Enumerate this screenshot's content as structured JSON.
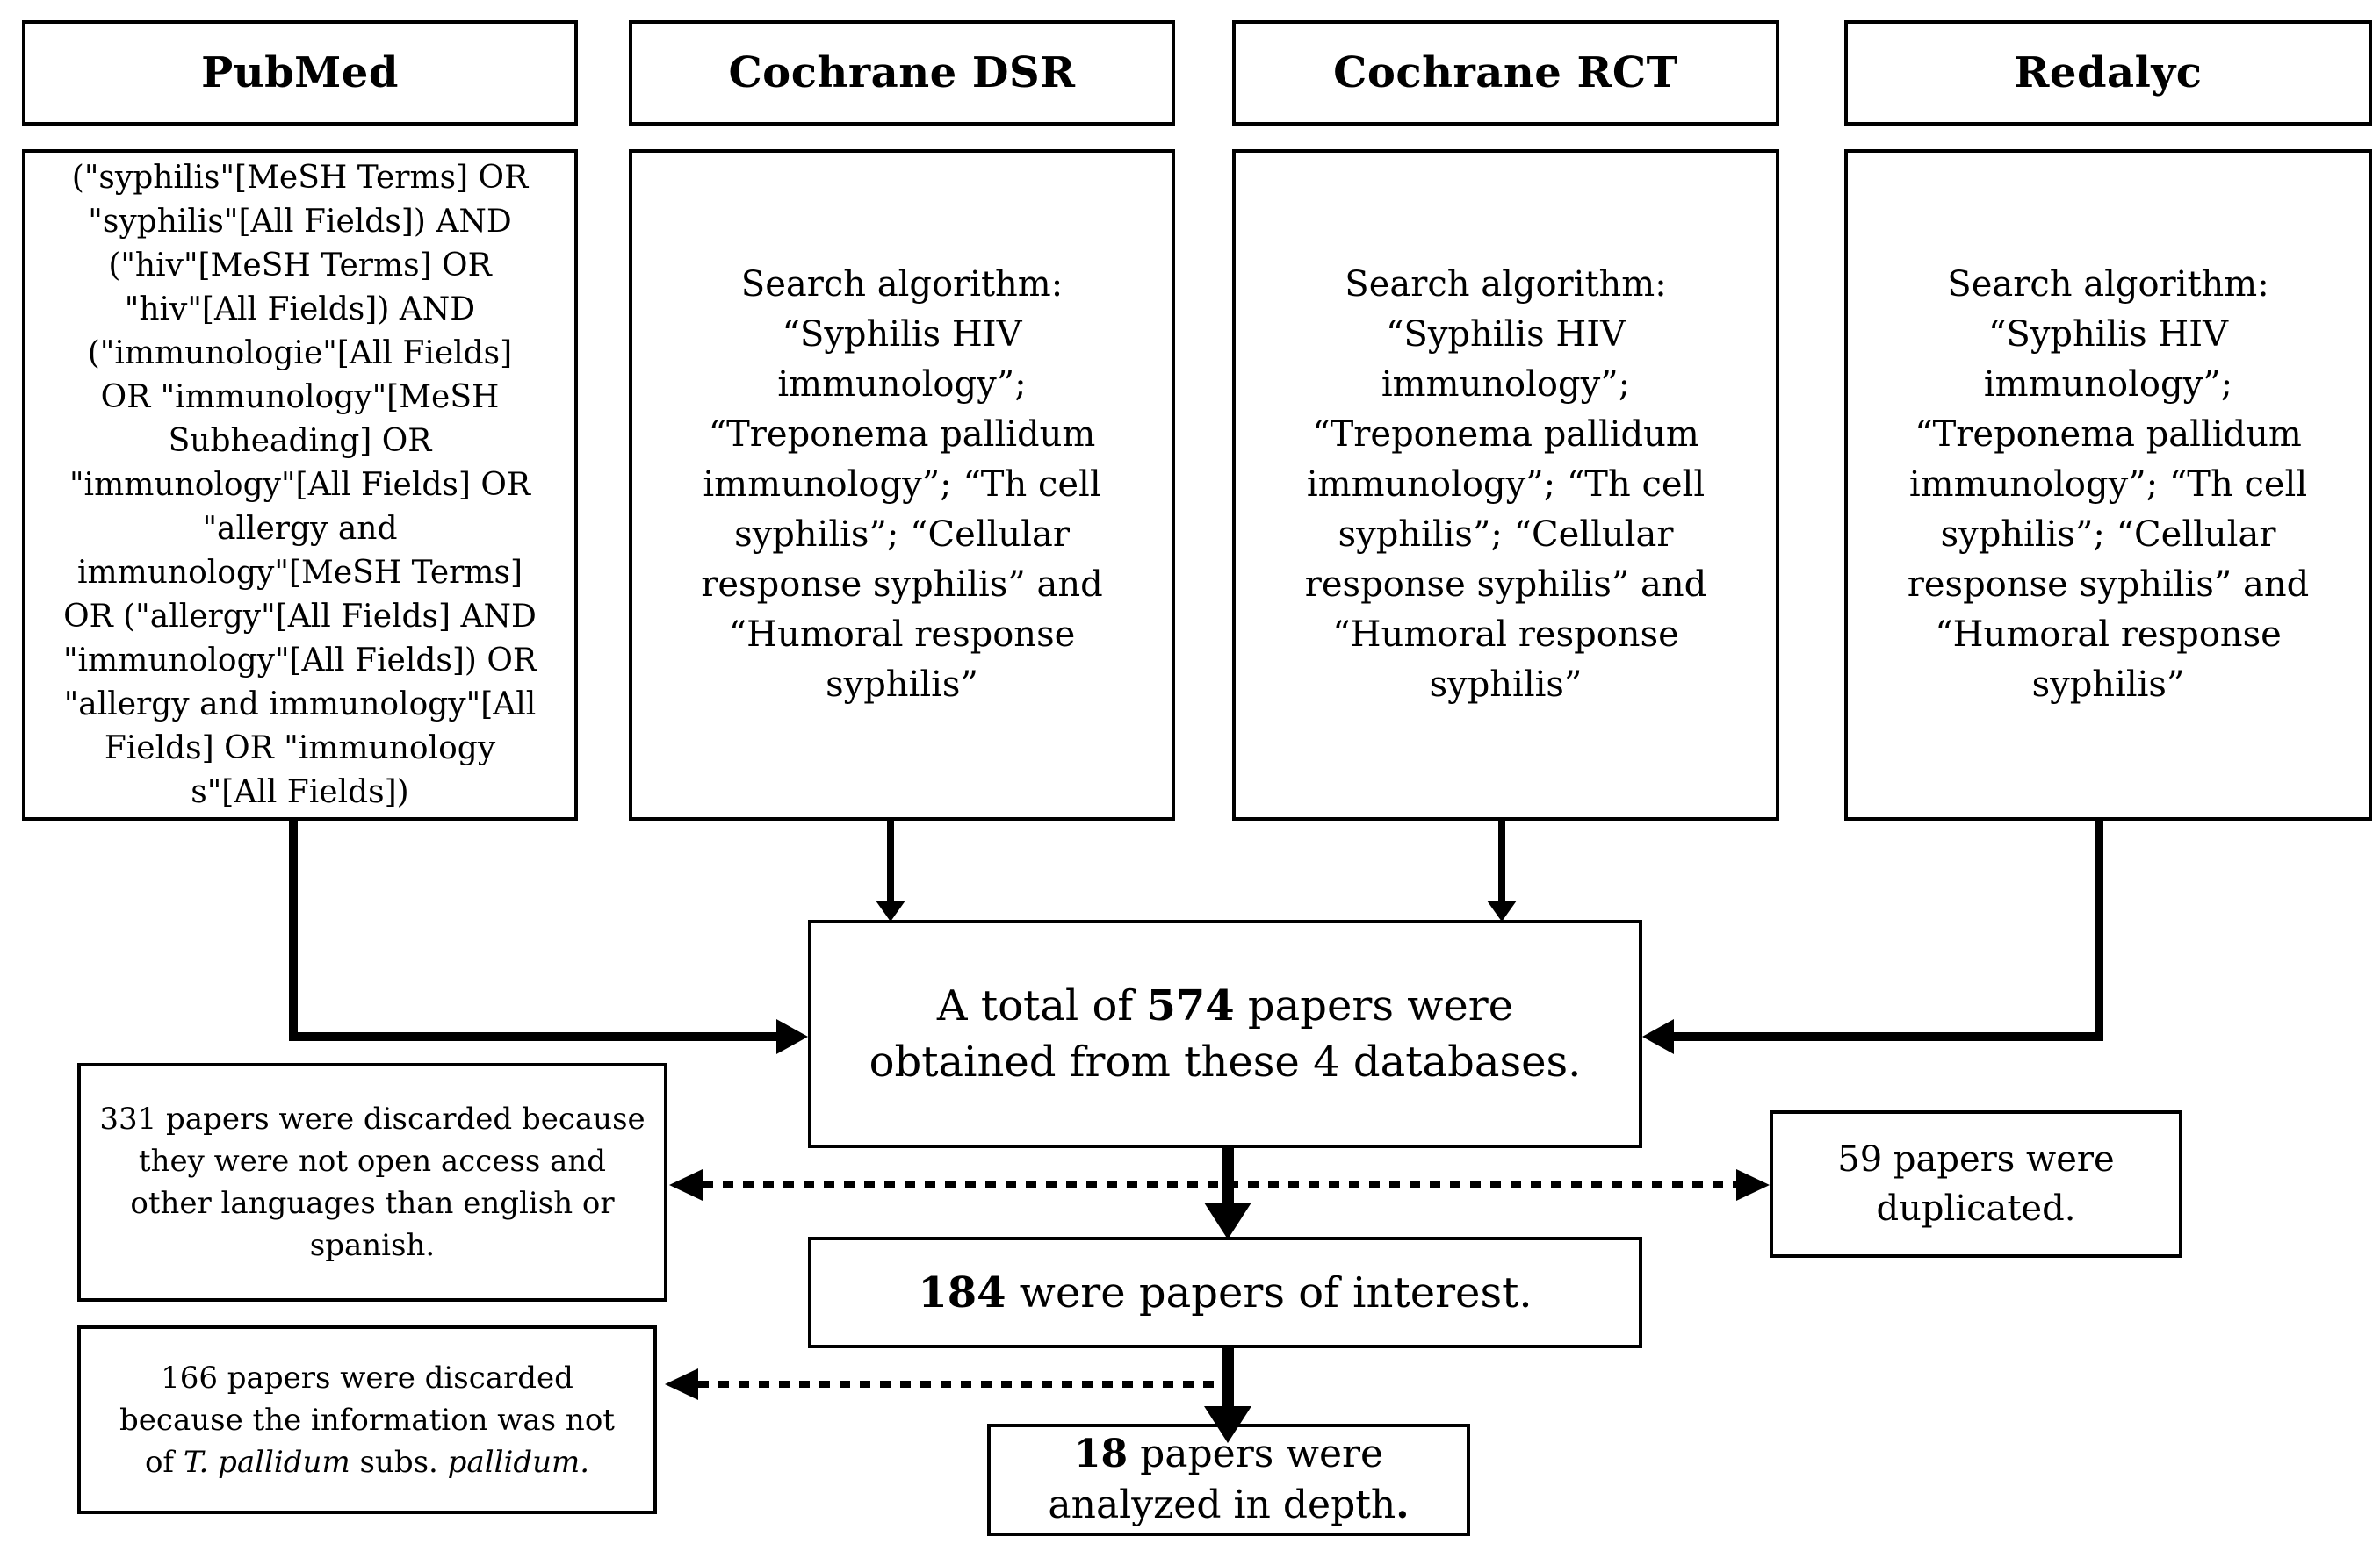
{
  "diagram": {
    "databases": [
      {
        "name": "PubMed",
        "query": "(\"syphilis\"[MeSH Terms] OR\n\"syphilis\"[All Fields]) AND\n(\"hiv\"[MeSH Terms] OR\n\"hiv\"[All Fields]) AND\n(\"immunologie\"[All Fields]\nOR \"immunology\"[MeSH\nSubheading] OR\n\"immunology\"[All Fields] OR\n\"allergy and\nimmunology\"[MeSH Terms]\nOR (\"allergy\"[All Fields] AND\n\"immunology\"[All Fields]) OR\n\"allergy and immunology\"[All\nFields] OR \"immunology\ns\"[All Fields])"
      },
      {
        "name": "Cochrane DSR",
        "query": "Search algorithm:\n“Syphilis HIV\nimmunology”;\n“Treponema pallidum\nimmunology”; “Th cell\nsyphilis”; “Cellular\nresponse syphilis” and\n“Humoral response\nsyphilis”"
      },
      {
        "name": "Cochrane RCT",
        "query": "Search algorithm:\n“Syphilis HIV\nimmunology”;\n“Treponema pallidum\nimmunology”; “Th cell\nsyphilis”; “Cellular\nresponse syphilis” and\n“Humoral response\nsyphilis”"
      },
      {
        "name": "Redalyc",
        "query": "Search algorithm:\n“Syphilis HIV\nimmunology”;\n“Treponema pallidum\nimmunology”; “Th cell\nsyphilis”; “Cellular\nresponse syphilis” and\n“Humoral response\nsyphilis”"
      }
    ],
    "total": {
      "prefix": "A total of ",
      "count": "574",
      "suffix": " papers were",
      "line2": "obtained from these 4 databases."
    },
    "discarded_language": {
      "text": "331 papers were discarded because\nthey were not open access and\nother languages than english or\nspanish."
    },
    "duplicated": {
      "text": "59 papers were\nduplicated."
    },
    "interest": {
      "count": "184",
      "suffix": " were papers of interest."
    },
    "discarded_species": {
      "before": "166 papers were discarded because the information was not of ",
      "italic_a": "T. pallidum",
      "mid": " subs. ",
      "italic_b": "pallidum."
    },
    "depth": {
      "count": "18",
      "suffix": " papers were",
      "line2": "analyzed in depth",
      "period": "."
    }
  }
}
